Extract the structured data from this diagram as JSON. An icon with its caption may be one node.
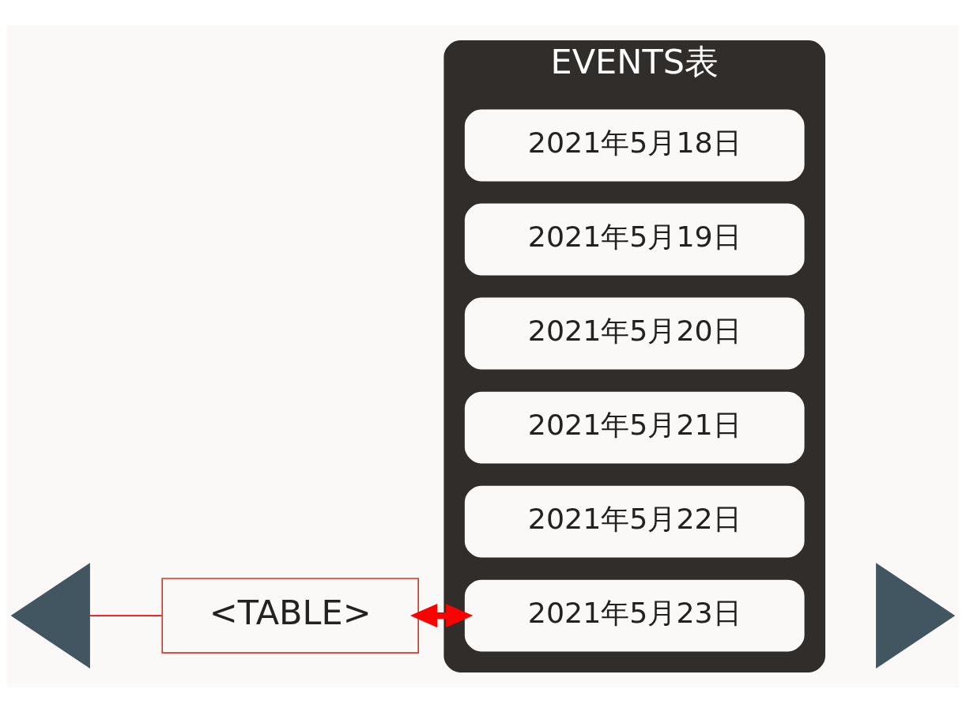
{
  "diagram": {
    "nodes": [
      {
        "text": [
          "EVENTS表"
        ]
      },
      {
        "text": [
          "2021年5月18日"
        ],
        "in": 0
      },
      {
        "text": [
          "2021年5月19日"
        ],
        "in": 0
      },
      {
        "text": [
          "2021年5月20日"
        ],
        "in": 0
      },
      {
        "text": [
          "2021年5月21日"
        ],
        "in": 0
      },
      {
        "text": [
          "2021年5月22日"
        ],
        "in": 0
      },
      {
        "text": [
          "2021年5月23日"
        ],
        "in": 0
      },
      {
        "text": [
          "<TABLE>"
        ]
      },
      {
        "text": [],
        "shape": "triangle"
      },
      {
        "text": [],
        "shape": "triangle"
      }
    ],
    "edges": [
      {
        "from": 8,
        "to": 7,
        "arrow": "none",
        "color": "#ff0000"
      },
      {
        "from": 7,
        "to": 6,
        "arrow": "both",
        "style": "thick",
        "color": "#ff0000"
      }
    ]
  }
}
